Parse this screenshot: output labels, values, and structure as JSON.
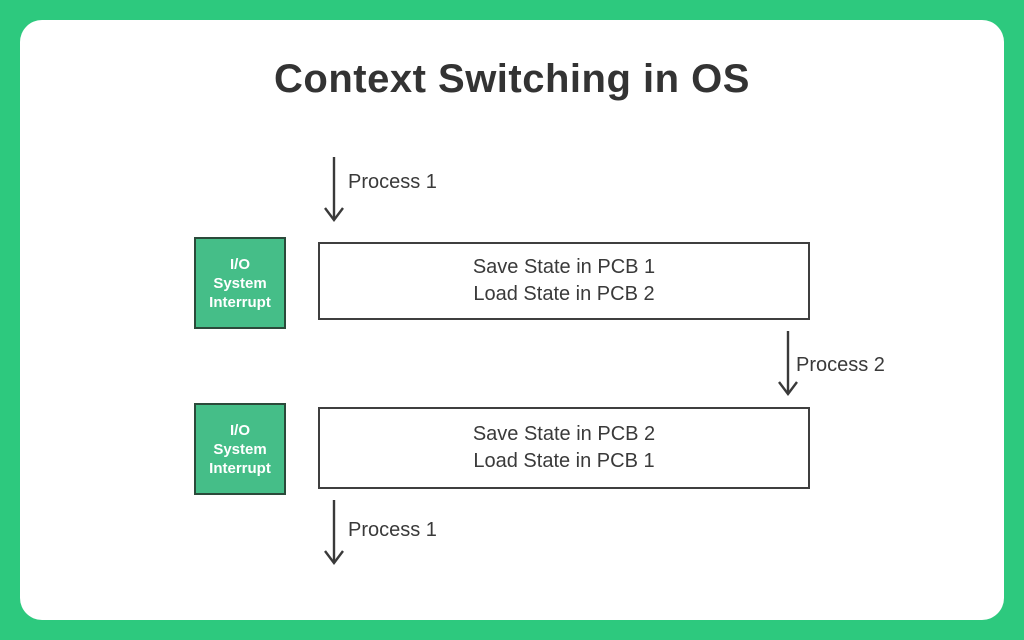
{
  "title": "Context Switching in OS",
  "colors": {
    "frame_green": "#2dc97e",
    "card_bg": "#ffffff",
    "interrupt_green": "#45be88",
    "interrupt_border": "#2b4a3a",
    "box_border": "#3f3f3f",
    "ink": "#3a3a3a",
    "title_ink": "#333333"
  },
  "diagram": {
    "process_arrows": [
      {
        "label": "Process 1"
      },
      {
        "label": "Process 2"
      },
      {
        "label": "Process 1"
      }
    ],
    "interrupt_boxes": [
      {
        "lines": [
          "I/O",
          "System",
          "Interrupt"
        ]
      },
      {
        "lines": [
          "I/O",
          "System",
          "Interrupt"
        ]
      }
    ],
    "state_boxes": [
      {
        "line1": "Save State in PCB 1",
        "line2": "Load State in PCB 2"
      },
      {
        "line1": "Save State in PCB 2",
        "line2": "Load State in PCB 1"
      }
    ]
  }
}
